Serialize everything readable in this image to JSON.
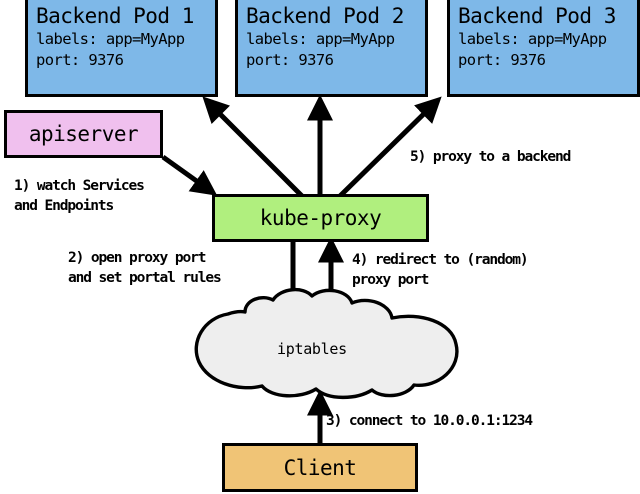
{
  "diagram": {
    "title": "kube-proxy service proxying flow",
    "colors": {
      "pod_fill": "#7eb8e8",
      "apiserver_fill": "#f0c0ee",
      "kubeproxy_fill": "#b0ef7e",
      "cloud_fill": "#eeeeee",
      "client_fill": "#f0c476",
      "stroke": "#000000"
    },
    "pods": [
      {
        "name": "backend-pod-1",
        "title": "Backend Pod 1",
        "labels_line": "labels: app=MyApp",
        "port_line": "port: 9376"
      },
      {
        "name": "backend-pod-2",
        "title": "Backend Pod 2",
        "labels_line": "labels: app=MyApp",
        "port_line": "port: 9376"
      },
      {
        "name": "backend-pod-3",
        "title": "Backend Pod 3",
        "labels_line": "labels: app=MyApp",
        "port_line": "port: 9376"
      }
    ],
    "apiserver": {
      "label": "apiserver"
    },
    "kubeproxy": {
      "label": "kube-proxy"
    },
    "iptables": {
      "label": "iptables"
    },
    "client": {
      "label": "Client"
    },
    "steps": [
      {
        "id": "step-1",
        "line1": "1) watch Services",
        "line2": "and Endpoints"
      },
      {
        "id": "step-2",
        "line1": "2) open proxy port",
        "line2": "and set portal rules"
      },
      {
        "id": "step-3",
        "line1": "3) connect to 10.0.0.1:1234",
        "line2": ""
      },
      {
        "id": "step-4",
        "line1": "4) redirect to (random)",
        "line2": "proxy port"
      },
      {
        "id": "step-5",
        "line1": "5) proxy to a backend",
        "line2": ""
      }
    ]
  }
}
